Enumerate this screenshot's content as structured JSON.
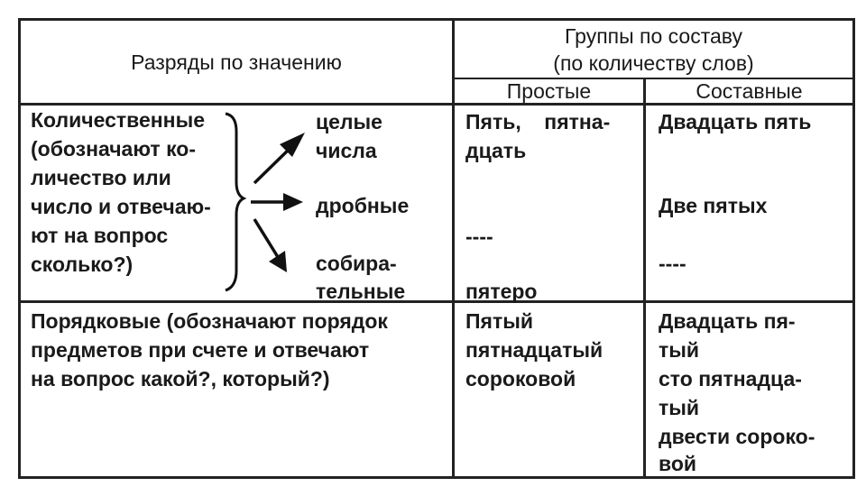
{
  "header": {
    "rank_by_meaning": "Разряды по значению",
    "groups_by_composition_line1": "Группы по составу",
    "groups_by_composition_line2": "(по количеству слов)",
    "simple": "Простые",
    "compound": "Составные"
  },
  "quantitative": {
    "description_lines": [
      "Количественные",
      "(обозначают ко-",
      "личество или",
      "число и отвечаю-",
      "ют на вопрос",
      "сколько?)"
    ],
    "subtypes": {
      "whole_line1": "целые",
      "whole_line2": "числа",
      "fractional": "дробные",
      "collective_line1": "собира-",
      "collective_line2": "тельные"
    },
    "simple": {
      "whole_line1": "Пять,    пятна-",
      "whole_line2": "дцать",
      "fractional": "----",
      "collective": "пятеро"
    },
    "compound": {
      "whole": "Двадцать пять",
      "fractional": "Две пятых",
      "collective": "----"
    }
  },
  "ordinal": {
    "description_lines": [
      "Порядковые (обозначают порядок",
      "предметов при счете и отвечают",
      "на вопрос какой?, который?)"
    ],
    "simple_lines": [
      "Пятый",
      "пятнадцатый",
      "сороковой"
    ],
    "compound_lines": [
      "Двадцать пя-",
      "тый",
      "сто пятнадца-",
      "тый",
      "двести сороко-",
      "вой"
    ]
  }
}
